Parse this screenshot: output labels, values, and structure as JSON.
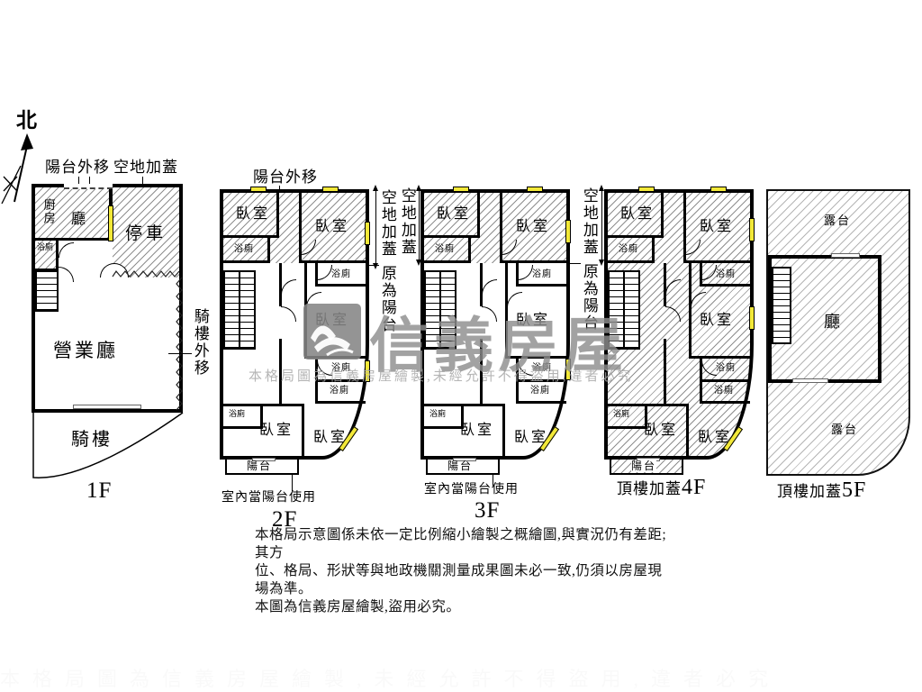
{
  "compass": {
    "north": "北"
  },
  "labels": {
    "bedroom": "臥室",
    "bathroom": "浴廁",
    "balcony": "陽台",
    "kitchen": "廚房",
    "hall": "廳",
    "parking": "停車",
    "business_hall": "營業廳",
    "arcade": "騎樓",
    "terrace": "露台",
    "living_room": "廳"
  },
  "annotations": {
    "balcony_moved_out": "陽台外移",
    "vacant_land_addition": "空地加蓋",
    "originally_balcony": "原為陽台",
    "arcade_moved_out": "騎樓外移",
    "indoor_used_as_balcony": "室內當陽台使用",
    "rooftop_addition": "頂樓加蓋"
  },
  "floors": {
    "f1": {
      "number": "1F"
    },
    "f2": {
      "number": "2F"
    },
    "f3": {
      "number": "3F"
    },
    "f4": {
      "number": "4F"
    },
    "f5": {
      "number": "5F"
    }
  },
  "watermark": {
    "brand": "信義房屋",
    "notice": "本格局圖為信義房屋繪製,未經允許不得盜用,違者必究"
  },
  "disclaimer": {
    "line1": "本格局示意圖係未依一定比例縮小繪製之概繪圖,與實況仍有差距;其方",
    "line2": "位、格局、形狀等與地政機關測量成果圖未必一致,仍須以房屋現場為準。",
    "line3": "本圖為信義房屋繪製,盜用必究。"
  },
  "colors": {
    "wall": "#000000",
    "window": "#f2e838",
    "watermark_gray": "#8e8e8e"
  }
}
